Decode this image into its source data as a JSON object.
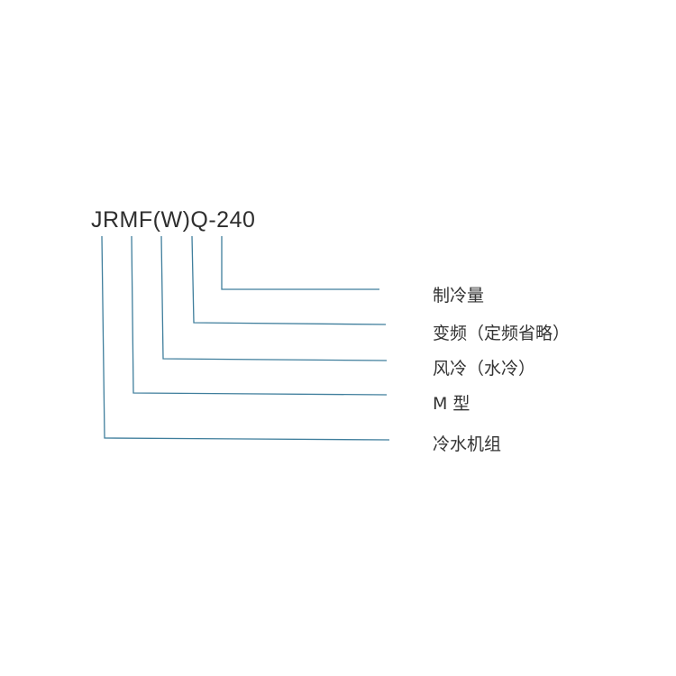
{
  "model_code": "JRMF(W)Q-240",
  "line_color": "#3f7e9c",
  "labels": [
    "制冷量",
    "变频（定频省略）",
    "风冷（水冷）",
    "M 型",
    "冷水机组"
  ]
}
